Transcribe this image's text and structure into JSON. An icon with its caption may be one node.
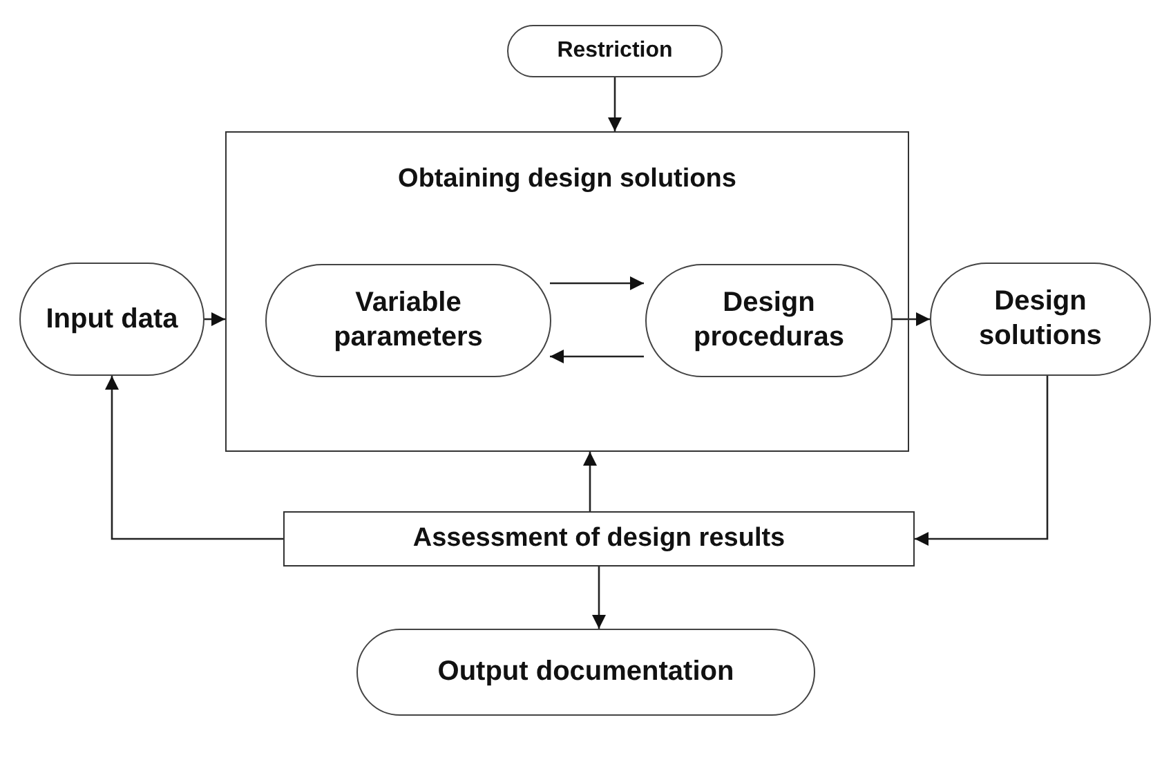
{
  "diagram": {
    "nodes": [
      {
        "text": [
          "Restriction"
        ]
      },
      {
        "text": [
          "Obtaining design solutions"
        ]
      },
      {
        "text": [
          "Input data"
        ]
      },
      {
        "text": [
          "Variable parameters"
        ],
        "in": 1
      },
      {
        "text": [
          "Design proceduras"
        ],
        "in": 1
      },
      {
        "text": [
          "Design solutions"
        ]
      },
      {
        "text": [
          "Assessment of design results"
        ]
      },
      {
        "text": [
          "Output documentation"
        ]
      }
    ],
    "edges": [
      {
        "from": 0,
        "to": 1,
        "arrow": "to"
      },
      {
        "from": 2,
        "to": 1,
        "arrow": "to"
      },
      {
        "from": 3,
        "to": 4,
        "arrow": "to"
      },
      {
        "from": 4,
        "to": 3,
        "arrow": "to"
      },
      {
        "from": 4,
        "to": 5,
        "arrow": "to"
      },
      {
        "from": 5,
        "to": 6,
        "arrow": "to"
      },
      {
        "from": 6,
        "to": 2,
        "arrow": "to"
      },
      {
        "from": 6,
        "to": 1,
        "arrow": "to"
      },
      {
        "from": 6,
        "to": 7,
        "arrow": "to"
      }
    ]
  }
}
